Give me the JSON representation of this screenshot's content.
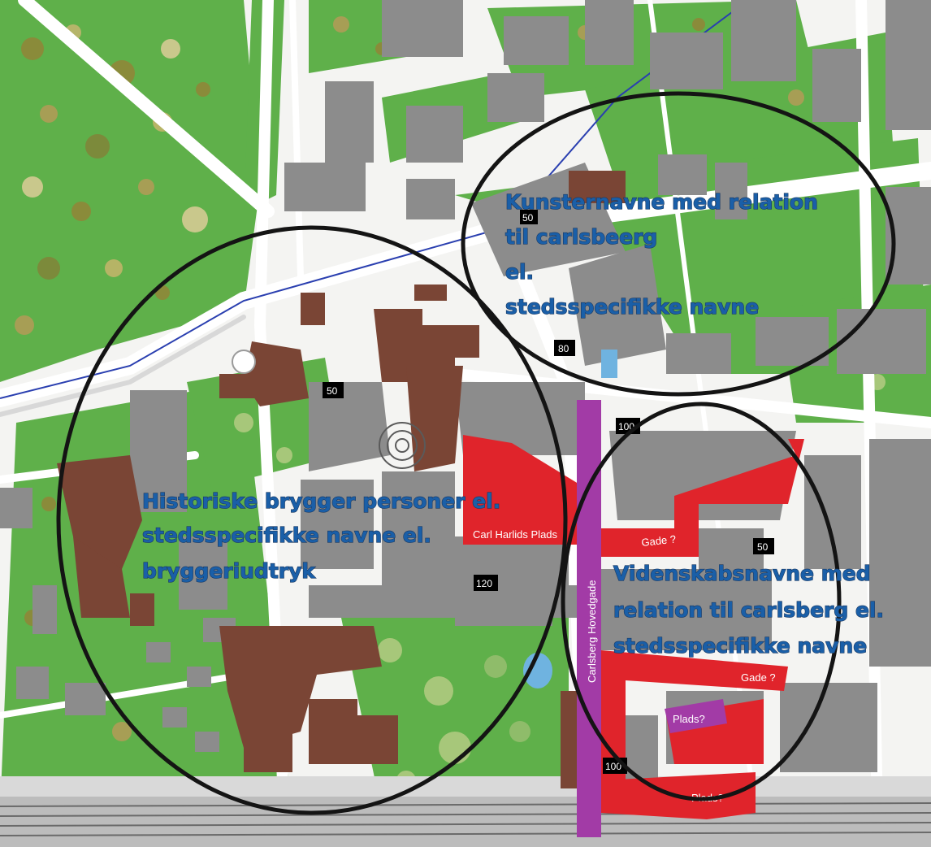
{
  "zones": [
    {
      "id": "zone-artist-names",
      "lines": [
        "Kunsternavne med relation",
        "til carlsbeerg",
        "el.",
        "stedsspecifikke navne"
      ]
    },
    {
      "id": "zone-historic-brewers",
      "lines": [
        "Historiske brygger personer el.",
        "stedsspecifikke navne el.",
        "bryggeriudtryk"
      ]
    },
    {
      "id": "zone-science-names",
      "lines": [
        "Videnskabsnavne med",
        "relation til carlsberg el.",
        "stedsspecifikke navne"
      ]
    }
  ],
  "plan_labels": {
    "carl_harlids_plads": "Carl Harlids Plads",
    "carlsberg_hovedgade": "Carlsberg Hovedgade",
    "gade_1": "Gade ?",
    "gade_2": "Gade ?",
    "plads_1": "Plads?",
    "plads_2": "Plads?"
  },
  "heights": [
    "50",
    "80",
    "50",
    "100",
    "50",
    "120",
    "100"
  ],
  "colors": {
    "park": "#5fb04a",
    "building": "#8c8c8c",
    "historic_building": "#7a4535",
    "new_street": "#e0242b",
    "main_street": "#a23ba6",
    "zone_outline": "#141414",
    "zone_text": "#1a5fa8"
  }
}
